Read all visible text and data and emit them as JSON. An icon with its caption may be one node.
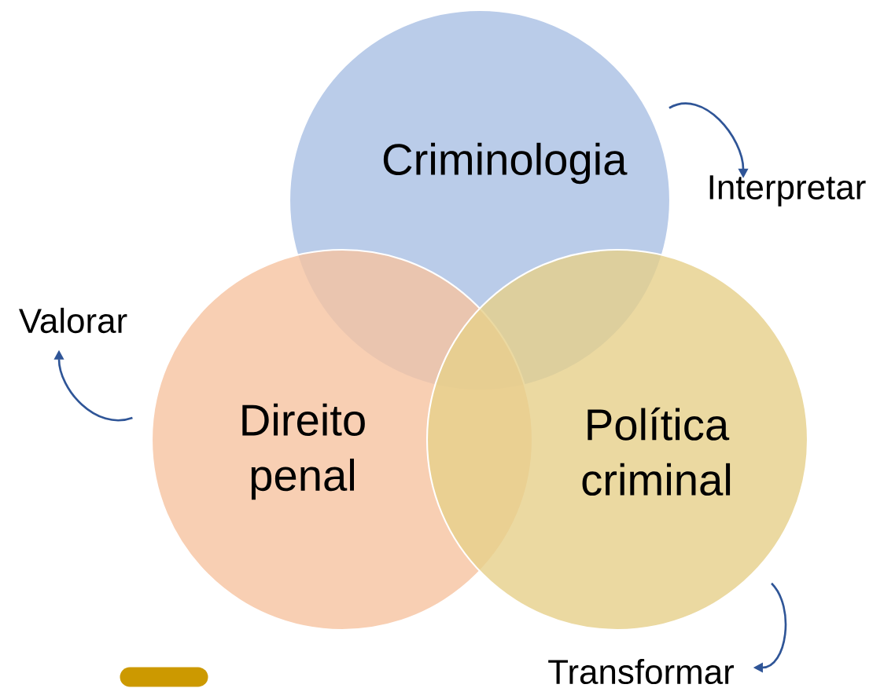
{
  "diagram": {
    "nodes": [
      {
        "text": [
          "Criminologia"
        ]
      },
      {
        "text": [
          "Interpretar"
        ]
      },
      {
        "text": [
          "Valorar"
        ]
      },
      {
        "text": [
          "Direito penal"
        ]
      },
      {
        "text": [
          "Política criminal"
        ]
      },
      {
        "text": [
          "Transformar"
        ]
      }
    ],
    "edges": [
      {
        "from": 0,
        "to": 1,
        "arrow": "to"
      },
      {
        "from": 3,
        "to": 2,
        "arrow": "to"
      },
      {
        "from": 4,
        "to": 5,
        "arrow": "to"
      }
    ]
  }
}
